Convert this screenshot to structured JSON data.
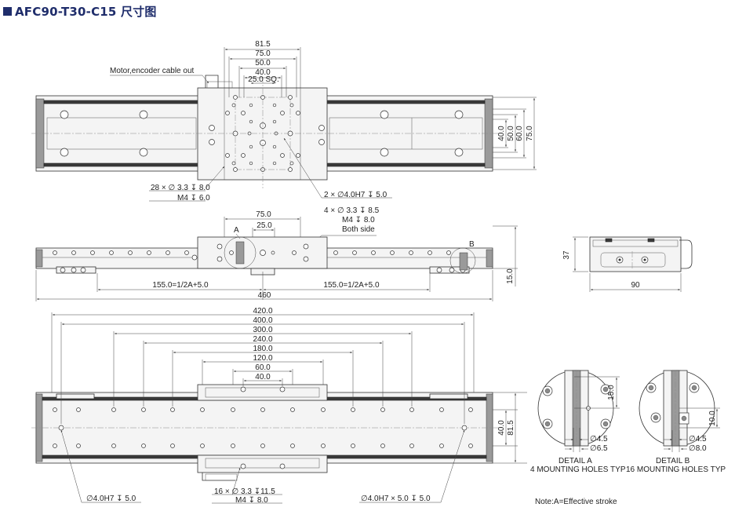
{
  "title": "AFC90-T30-C15 尺寸图",
  "top_view": {
    "cable_label": "Motor,encoder cable out",
    "dims_top": [
      "81.5",
      "75.0",
      "50.0",
      "40.0",
      "25.0 SQ."
    ],
    "dims_right": [
      "40.0",
      "50.0",
      "60.0",
      "75.0"
    ],
    "note_left_1": "28 × ∅ 3.3 ↧ 8.0",
    "note_left_2": "M4 ↧ 6.0",
    "note_right_1": "2 × ∅4.0H7 ↧ 5.0",
    "note_right_2": "4 × ∅ 3.3 ↧ 8.5",
    "note_right_3": "M4 ↧ 8.0",
    "note_right_4": "Both side"
  },
  "side_view": {
    "dim_75": "75.0",
    "dim_25": "25.0",
    "label_a": "A",
    "label_b": "B",
    "dim_left": "155.0=1/2A+5.0",
    "dim_right": "155.0=1/2A+5.0",
    "dim_total": "460",
    "dim_height": "15.0"
  },
  "end_view": {
    "dim_height": "37",
    "dim_width": "90"
  },
  "bottom_view": {
    "dims": [
      "420.0",
      "400.0",
      "300.0",
      "240.0",
      "180.0",
      "120.0",
      "60.0",
      "40.0"
    ],
    "dims_right": [
      "40.0",
      "81.5"
    ],
    "note_left": "∅4.0H7 ↧ 5.0",
    "note_center_1": "16 × ∅ 3.3 ↧11.5",
    "note_center_2": "M4 ↧ 8.0",
    "note_right": "∅4.0H7 × 5.0 ↧ 5.0"
  },
  "detail_a": {
    "dim_vertical": "15.0",
    "dim_1": "∅4.5",
    "dim_2": "∅6.5",
    "label": "DETAIL A",
    "caption": "4 MOUNTING HOLES TYP"
  },
  "detail_b": {
    "dim_vertical": "10.0",
    "dim_1": "∅4.5",
    "dim_2": "∅8.0",
    "label": "DETAIL B",
    "caption": "16 MOUNTING HOLES TYP"
  },
  "note": "Note:A=Effective stroke"
}
